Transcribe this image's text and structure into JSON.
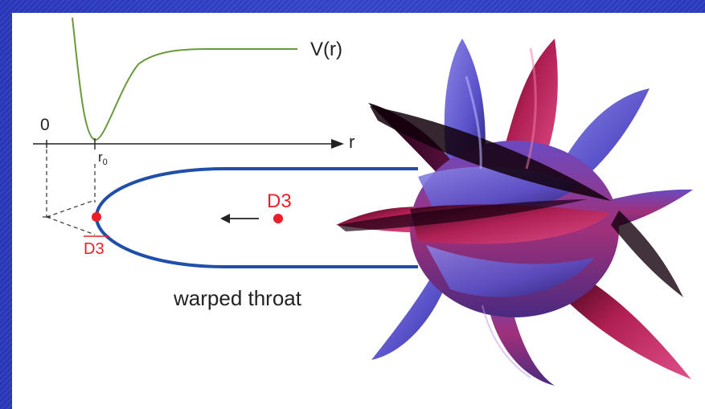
{
  "figure": {
    "potential_label": "V(r)",
    "zero_label": "0",
    "r_axis_label": "r",
    "r0_label": "r",
    "r0_subscript": "0",
    "d3_label": "D3",
    "anti_d3_label": "D3",
    "throat_label": "warped throat"
  },
  "colors": {
    "slide_background": "#2f3fc4",
    "potential_curve": "#6a9a3c",
    "throat_curve": "#1f4fa8",
    "brane": "#e8202a",
    "bulk_red": "#c0245a",
    "bulk_blue": "#5a5ad0"
  }
}
